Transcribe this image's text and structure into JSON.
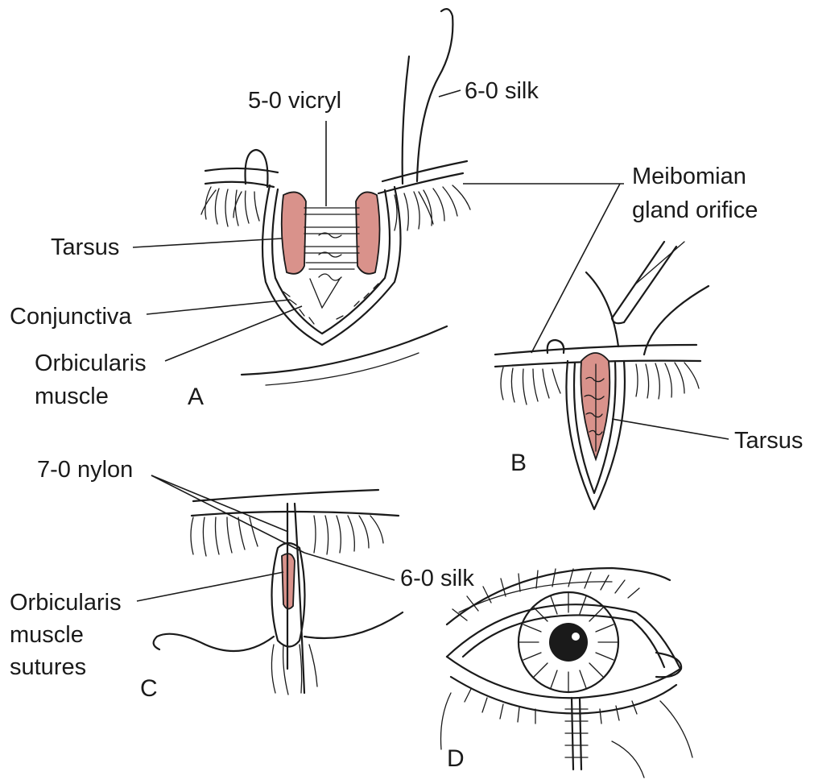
{
  "colors": {
    "ink": "#1a1a1a",
    "tarsus": "#d9928b",
    "background": "#ffffff"
  },
  "panels": {
    "a": "A",
    "b": "B",
    "c": "C",
    "d": "D"
  },
  "labels": {
    "vicryl": "5-0 vicryl",
    "silk_top": "6-0 silk",
    "meibomian_1": "Meibomian",
    "meibomian_2": "gland orifice",
    "tarsus_a": "Tarsus",
    "conjunctiva": "Conjunctiva",
    "orbicularis_1": "Orbicularis",
    "orbicularis_2": "muscle",
    "tarsus_b": "Tarsus",
    "nylon": "7-0 nylon",
    "silk_c": "6-0 silk",
    "sutures_1": "Orbicularis",
    "sutures_2": "muscle",
    "sutures_3": "sutures"
  }
}
